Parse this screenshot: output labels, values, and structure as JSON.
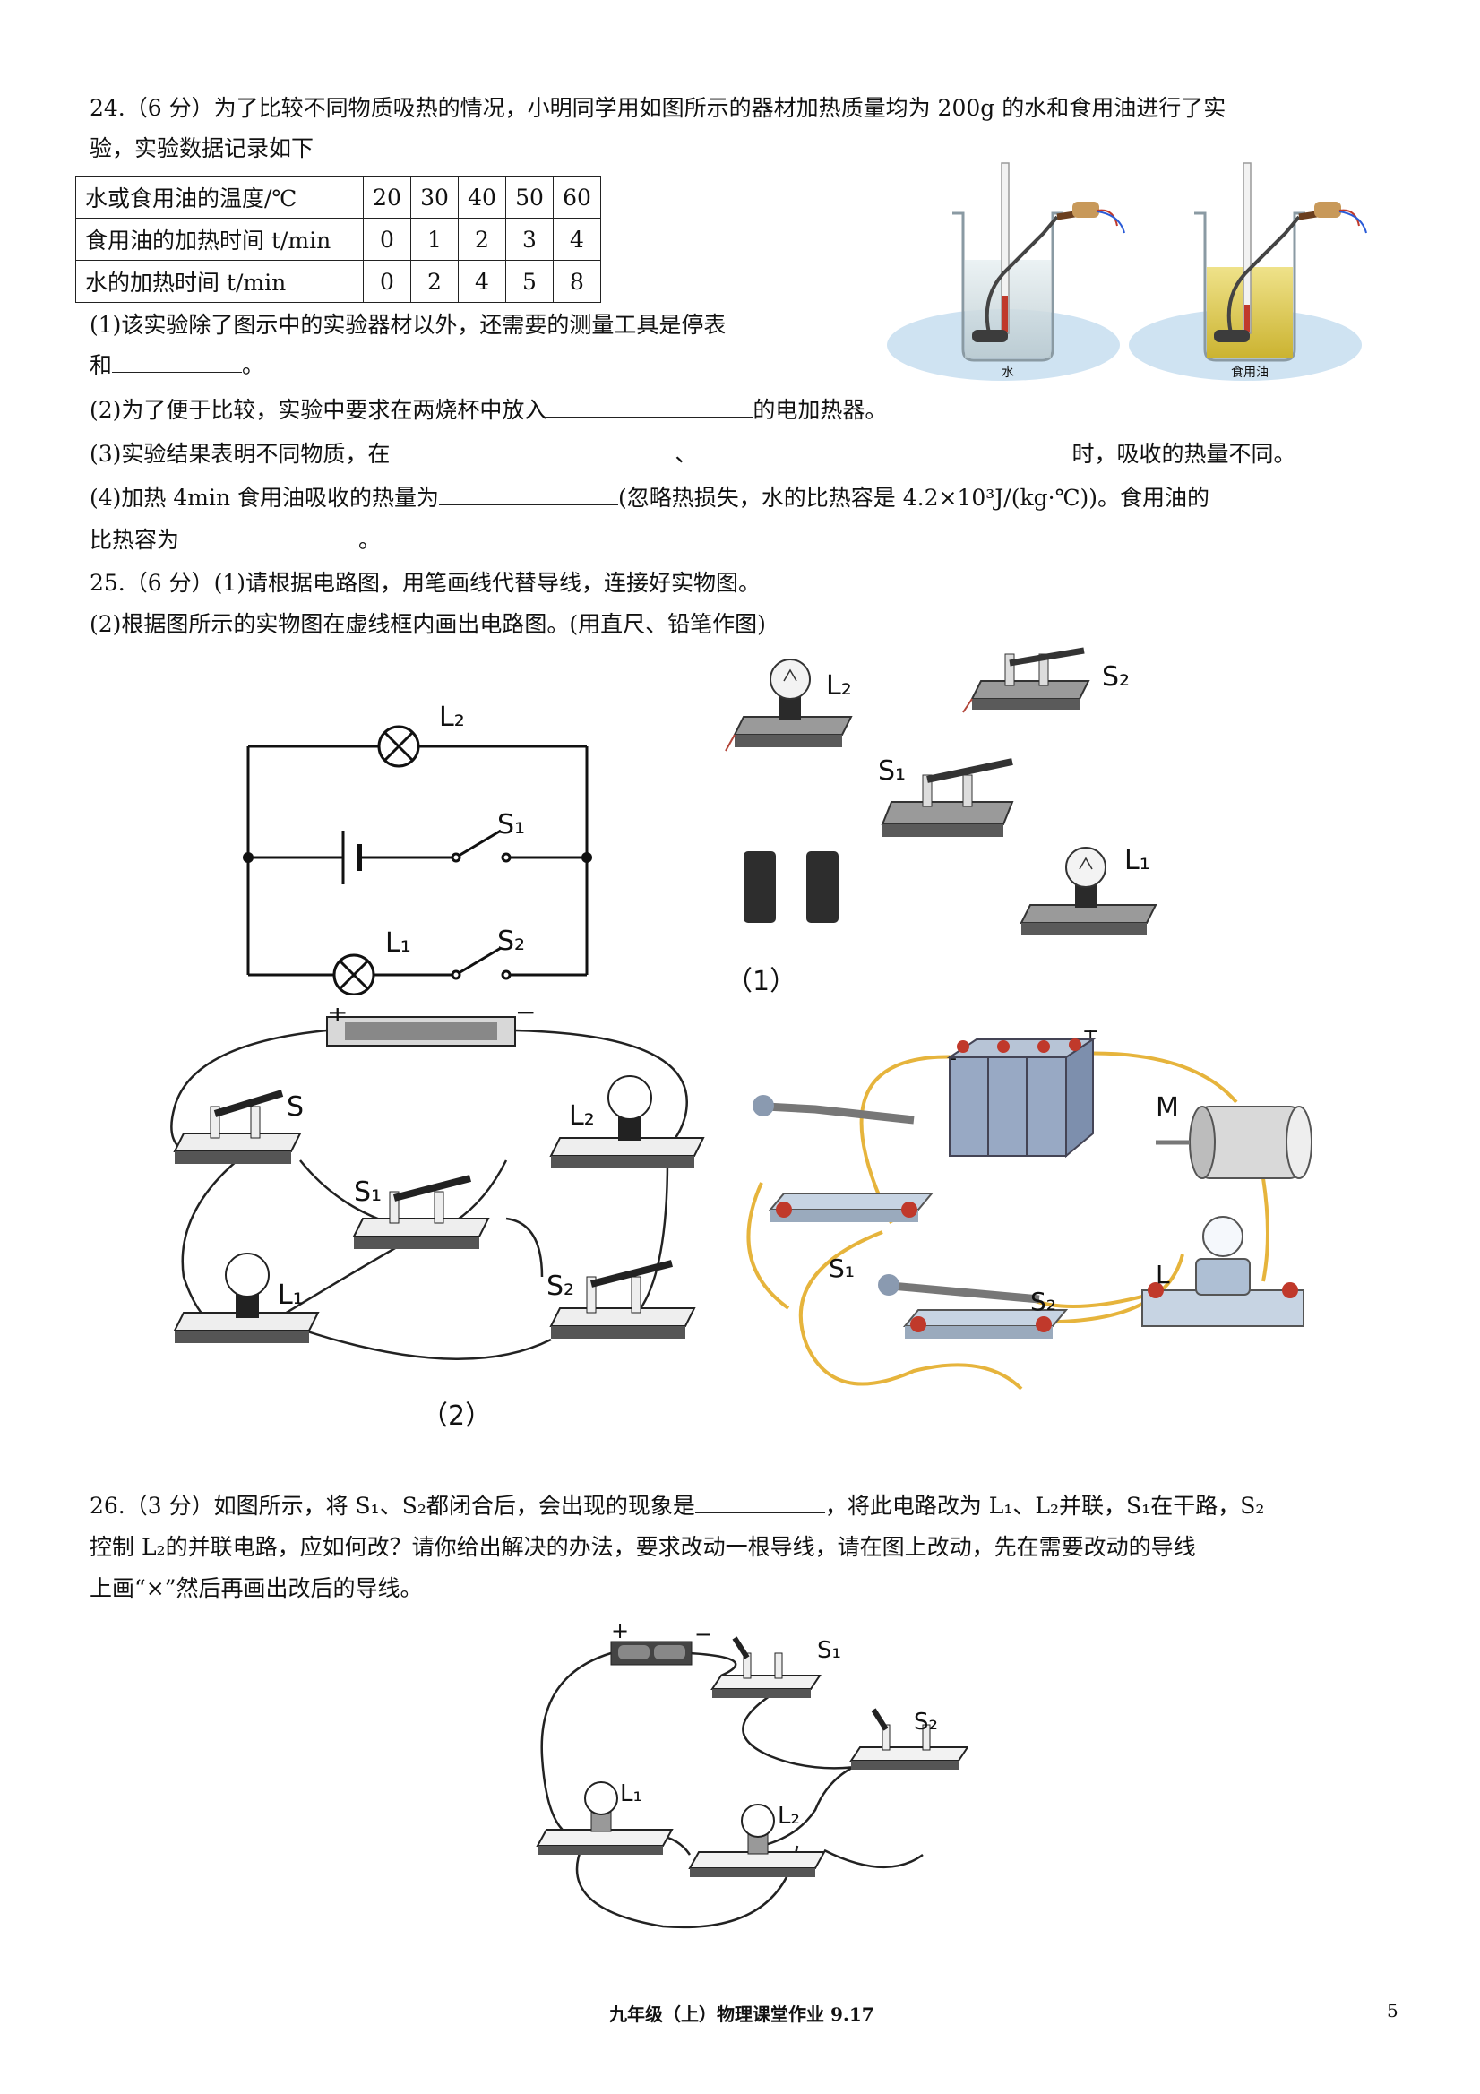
{
  "q24": {
    "line1": "24.（6 分）为了比较不同物质吸热的情况，小明同学用如图所示的器材加热质量均为 200g 的水和食用油进行了实",
    "line2": "验，实验数据记录如下",
    "table": [
      [
        "水或食用油的温度/℃",
        "20",
        "30",
        "40",
        "50",
        "60"
      ],
      [
        "食用油的加热时间 t/min",
        "0",
        "1",
        "2",
        "3",
        "4"
      ],
      [
        "水的加热时间 t/min",
        "0",
        "2",
        "4",
        "5",
        "8"
      ]
    ],
    "p1a": "(1)该实验除了图示中的实验器材以外，还需要的测量工具是停表",
    "p1b_pre": "和",
    "p1b_post": "。",
    "p2_pre": "(2)为了便于比较，实验中要求在两烧杯中放入",
    "p2_post": "的电加热器。",
    "p3_pre": "(3)实验结果表明不同物质，在",
    "p3_mid": "、",
    "p3_post": "时，吸收的热量不同。",
    "p4_pre": "(4)加热 4min 食用油吸收的热量为",
    "p4_post": "(忽略热损失，水的比热容是 4.2×10³J/(kg·℃))。食用油的",
    "p5_pre": "比热容为",
    "p5_post": "。",
    "beaker_labels": [
      "水",
      "食用油"
    ]
  },
  "q25": {
    "line1": "25.（6 分）(1)请根据电路图，用笔画线代替导线，连接好实物图。",
    "line2": "(2)根据图所示的实物图在虚线框内画出电路图。(用直尺、铅笔作图)",
    "schematic": {
      "l2": "L₂",
      "l1": "L₁",
      "s1": "S₁",
      "s2": "S₂"
    },
    "photo1": {
      "l2": "L₂",
      "s2": "S₂",
      "s1": "S₁",
      "l1": "L₁",
      "caption": "（1）"
    },
    "photo2": {
      "plus": "+",
      "minus": "−",
      "s": "S",
      "l2": "L₂",
      "s1": "S₁",
      "l1": "L₁",
      "s2": "S₂",
      "caption": "（2）"
    },
    "photo3": {
      "minus": "-",
      "plus": "+",
      "m": "M",
      "s1": "S₁",
      "s2": "S₂",
      "l": "L"
    }
  },
  "q26": {
    "line1a": "26.（3 分）如图所示，将 S₁、S₂都闭合后，会出现的现象是",
    "line1b": "，将此电路改为 L₁、L₂并联，S₁在干路，S₂",
    "line2": "控制 L₂的并联电路，应如何改？请你给出解决的办法，要求改动一根导线，请在图上改动，先在需要改动的导线",
    "line3": "上画“×”然后再画出改后的导线。",
    "figure": {
      "plus": "+",
      "minus": "−",
      "s1": "S₁",
      "s2": "S₂",
      "l1": "L₁",
      "l2": "L₂"
    }
  },
  "footer": {
    "title": "九年级（上）物理课堂作业 9.17",
    "page": "5"
  }
}
